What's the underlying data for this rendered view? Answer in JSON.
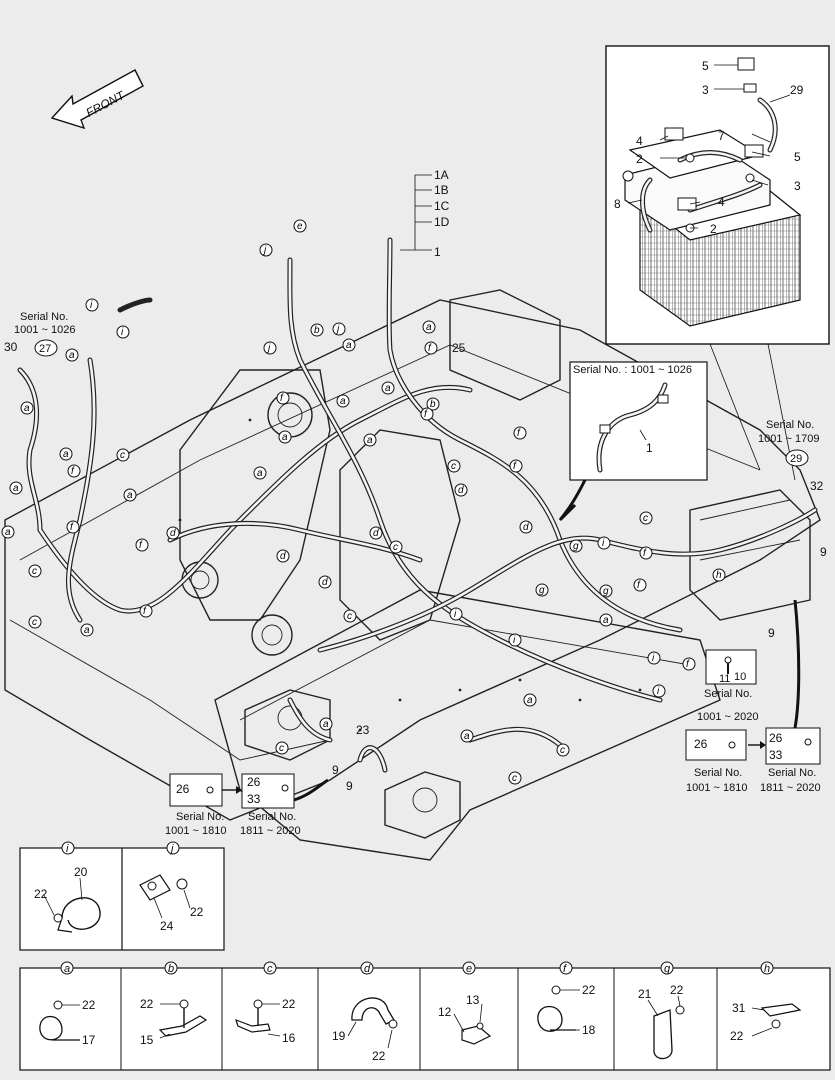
{
  "front_label": "FRONT",
  "main_part_labels": {
    "1A": "1A",
    "1B": "1B",
    "1C": "1C",
    "1D": "1D",
    "1": "1",
    "25": "25",
    "23": "23",
    "30": "30",
    "32": "32",
    "9a": "9",
    "9b": "9",
    "9c": "9",
    "9d": "9",
    "9e": "9",
    "10": "10",
    "11": "11"
  },
  "serial_notes": {
    "left_top": "Serial No.",
    "left_top_range": "1001 ~ 1026",
    "left_top_circle": "27",
    "inset_center": "Serial No. : 1001 ~ 1026",
    "inset_center_part": "1",
    "right": "Serial No.",
    "right_range": "1001 ~ 1709",
    "right_circle": "29",
    "bolt_11": "Serial No.",
    "bolt_11_range": "1001 ~ 2020"
  },
  "battery_inset_labels": [
    "5",
    "3",
    "29",
    "4",
    "7",
    "5",
    "2",
    "3",
    "8",
    "4",
    "2"
  ],
  "bolt_boxes": [
    {
      "part_a": "26",
      "part_b": "26",
      "part_c": "33",
      "serial_a": "Serial No.",
      "range_a": "1001 ~ 1810",
      "serial_b": "Serial No.",
      "range_b": "1811 ~ 2020"
    },
    {
      "part_a": "26",
      "part_b": "26",
      "part_c": "33",
      "serial_a": "Serial No.",
      "range_a": "1001 ~ 1810",
      "serial_b": "Serial No.",
      "range_b": "1811 ~ 2020"
    }
  ],
  "detail_row1": [
    {
      "key": "i",
      "parts": [
        "20",
        "22"
      ]
    },
    {
      "key": "j",
      "parts": [
        "22",
        "24"
      ]
    }
  ],
  "detail_row2": [
    {
      "key": "a",
      "parts": [
        "22",
        "17"
      ]
    },
    {
      "key": "b",
      "parts": [
        "22",
        "15"
      ]
    },
    {
      "key": "c",
      "parts": [
        "22",
        "16"
      ]
    },
    {
      "key": "d",
      "parts": [
        "19",
        "22"
      ]
    },
    {
      "key": "e",
      "parts": [
        "13",
        "12"
      ]
    },
    {
      "key": "f",
      "parts": [
        "22",
        "18"
      ]
    },
    {
      "key": "g",
      "parts": [
        "22",
        "21"
      ]
    },
    {
      "key": "h",
      "parts": [
        "31",
        "22"
      ]
    }
  ],
  "callouts": [
    "a",
    "b",
    "c",
    "d",
    "e",
    "f",
    "g",
    "h",
    "i",
    "j"
  ]
}
